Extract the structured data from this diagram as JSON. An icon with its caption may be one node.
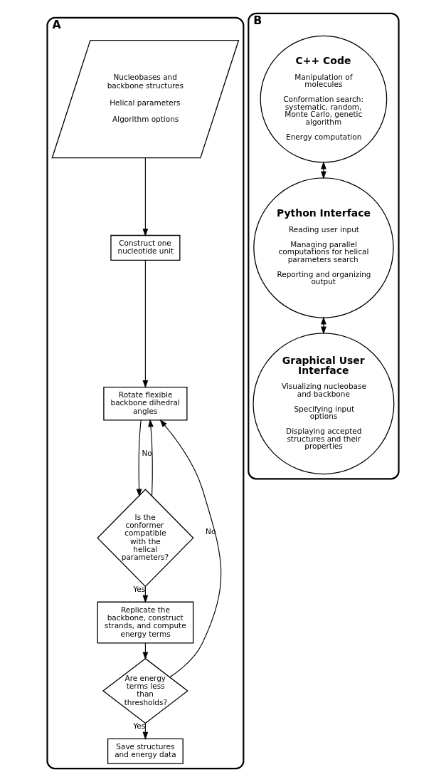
{
  "diagram": {
    "nodes": [
      {
        "text": [
          "A"
        ]
      },
      {
        "text": [
          "Nucleobases and backbone structures",
          "Helical parameters",
          "Algorithm options"
        ],
        "in": 0
      },
      {
        "text": [
          "Construct one nucleotide unit"
        ],
        "in": 0
      },
      {
        "text": [
          "Rotate flexible backbone dihedral angles"
        ],
        "in": 0
      },
      {
        "text": [
          "Is the conformer compatible with the helical parameters?"
        ],
        "in": 0
      },
      {
        "text": [
          "Replicate the backbone, construct strands, and compute energy terms"
        ],
        "in": 0
      },
      {
        "text": [
          "Are energy terms less than thresholds?"
        ],
        "in": 0
      },
      {
        "text": [
          "Save structures and energy data"
        ],
        "in": 0
      },
      {
        "text": [
          "B"
        ]
      },
      {
        "text": [
          "C++ Code",
          "Manipulation of molecules",
          "Conformation search: systematic, random, Monte Carlo, genetic algorithm",
          "Energy computation"
        ],
        "in": 8
      },
      {
        "text": [
          "Python Interface",
          "Reading user input",
          "Managing parallel computations for helical parameters search",
          "Reporting and organizing output"
        ],
        "in": 8
      },
      {
        "text": [
          "Graphical User Interface",
          "Visualizing nucleobase and backbone",
          "Specifying input options",
          "Displaying accepted structures and their properties"
        ],
        "in": 8
      }
    ],
    "edges": [
      {
        "from": 1,
        "to": 2,
        "arrow": "to"
      },
      {
        "from": 2,
        "to": 3,
        "arrow": "to"
      },
      {
        "from": 3,
        "to": 4,
        "arrow": "to"
      },
      {
        "from": 4,
        "to": 5,
        "arrow": "to",
        "label": "Yes"
      },
      {
        "from": 4,
        "to": 3,
        "arrow": "to",
        "label": "No"
      },
      {
        "from": 5,
        "to": 6,
        "arrow": "to"
      },
      {
        "from": 6,
        "to": 7,
        "arrow": "to",
        "label": "Yes"
      },
      {
        "from": 6,
        "to": 3,
        "arrow": "to",
        "label": "No"
      },
      {
        "from": 9,
        "to": 10,
        "arrow": "both"
      },
      {
        "from": 10,
        "to": 11,
        "arrow": "both"
      }
    ]
  }
}
